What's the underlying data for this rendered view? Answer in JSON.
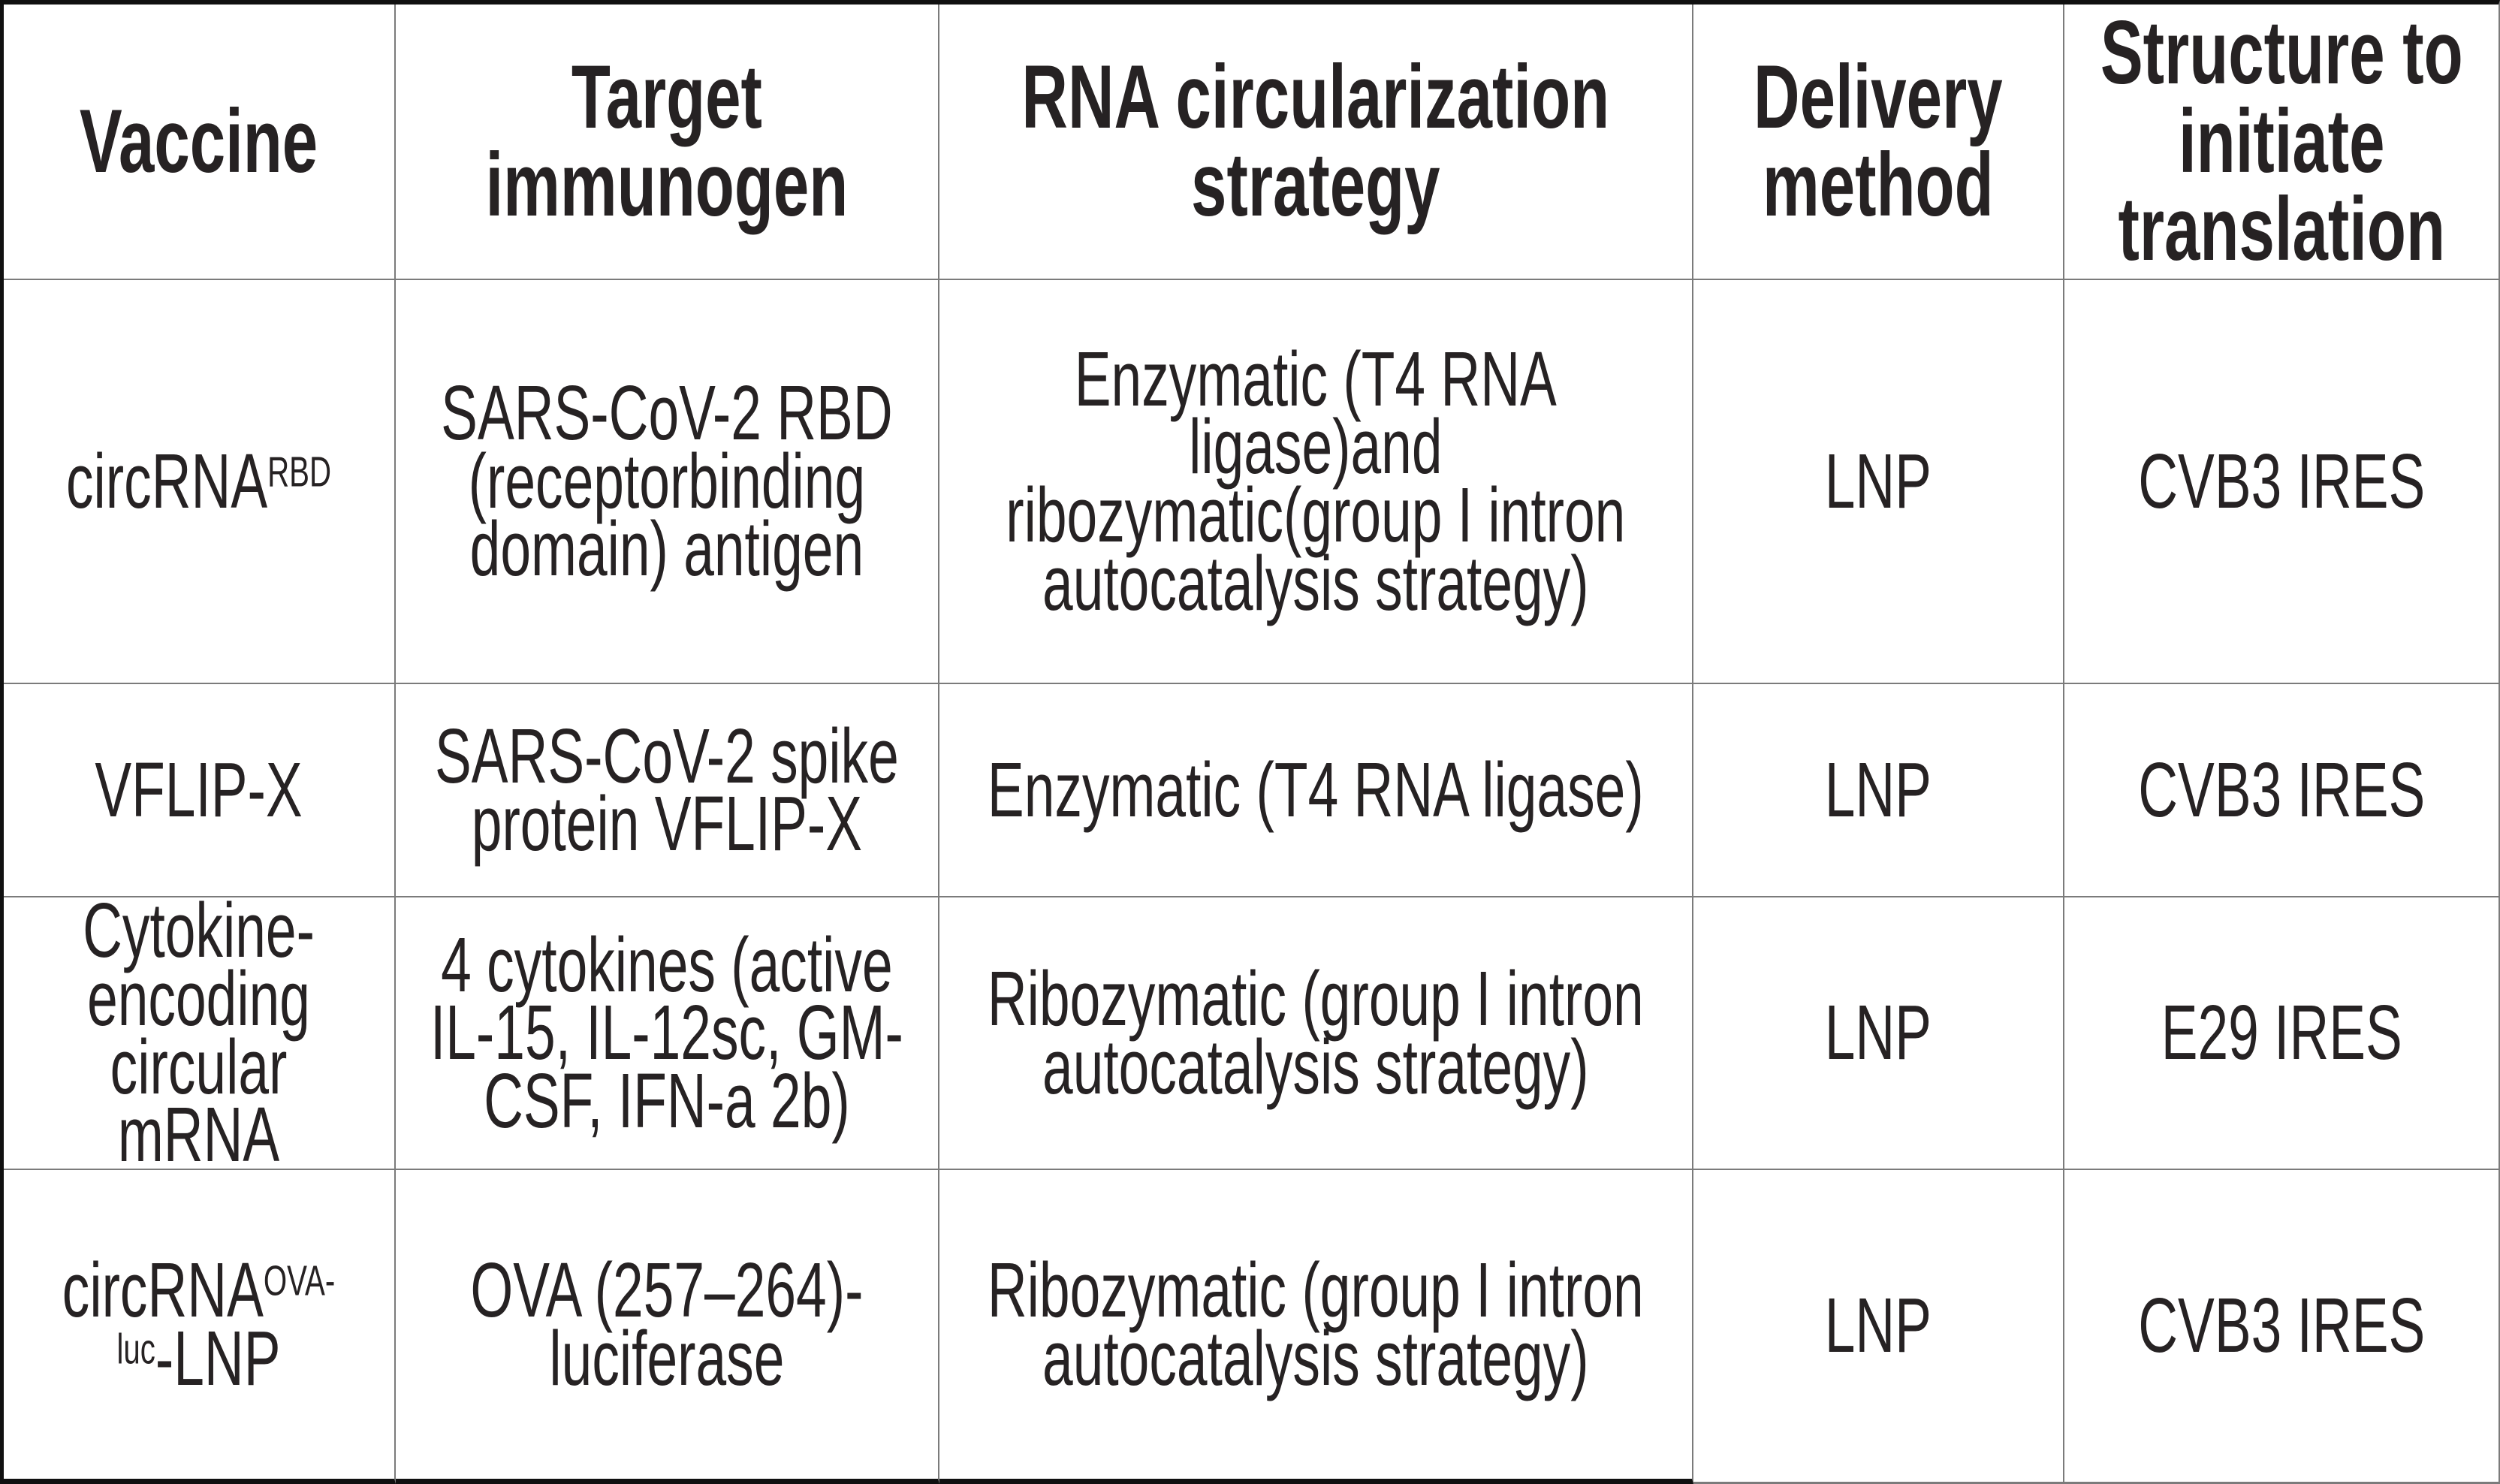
{
  "table": {
    "title": "circRNA vaccine comparison table",
    "columns": [
      {
        "label": "Vaccine"
      },
      {
        "label": "Target\nimmunogen"
      },
      {
        "label": "RNA circularization\nstrategy"
      },
      {
        "label": "Delivery\nmethod"
      },
      {
        "label": "Structure to\ninitiate\ntranslation"
      }
    ],
    "rows": [
      {
        "vaccine": [
          {
            "t": "circRNA"
          },
          {
            "t": "RBD",
            "sup": true
          }
        ],
        "target_immunogen": "SARS-CoV-2 RBD\n(receptorbinding\ndomain) antigen",
        "circularization_strategy": "Enzymatic (T4 RNA\nligase)and\nribozymatic(group I intron\nautocatalysis strategy)",
        "delivery_method": "LNP",
        "translation_structure": "CVB3 IRES"
      },
      {
        "vaccine": [
          {
            "t": "VFLIP-X"
          }
        ],
        "target_immunogen": "SARS-CoV-2 spike\nprotein VFLIP-X",
        "circularization_strategy": "Enzymatic (T4 RNA ligase)",
        "delivery_method": "LNP",
        "translation_structure": "CVB3 IRES"
      },
      {
        "vaccine": [
          {
            "t": "Cytokine-\nencoding\ncircular\nmRNA"
          }
        ],
        "target_immunogen": "4 cytokines (active\nIL-15, IL-12sc, GM-\nCSF, IFN-a 2b)",
        "circularization_strategy": "Ribozymatic (group I intron\nautocatalysis strategy)",
        "delivery_method": "LNP",
        "translation_structure": "E29 IRES"
      },
      {
        "vaccine": [
          {
            "t": "circRNA"
          },
          {
            "t": "OVA-",
            "sup": true
          },
          {
            "t": "\n"
          },
          {
            "t": "luc",
            "sup": true
          },
          {
            "t": "-LNP"
          }
        ],
        "target_immunogen": "OVA (257–264)-\nluciferase",
        "circularization_strategy": "Ribozymatic (group I intron\nautocatalysis strategy)",
        "delivery_method": "LNP",
        "translation_structure": "CVB3 IRES"
      }
    ]
  },
  "colors": {
    "text": "#262223",
    "grid_line": "#7b7b7b",
    "outer_border": "#101010",
    "background": "#ffffff"
  }
}
